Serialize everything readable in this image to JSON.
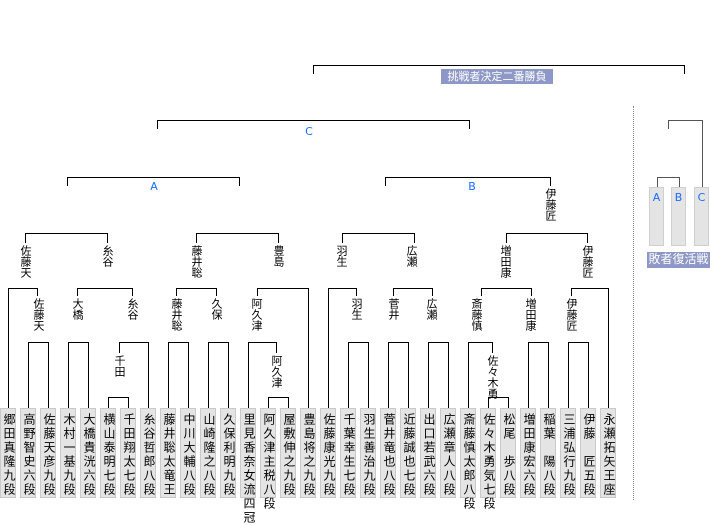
{
  "players": [
    "郷田真隆九段",
    "高野智史六段",
    "佐藤天彦九段",
    "木村一基九段",
    "大橋貴洸六段",
    "横山泰明七段",
    "千田翔太七段",
    "糸谷哲郎八段",
    "藤井聡太竜王",
    "中川大輔八段",
    "山崎隆之八段",
    "久保利明九段",
    "里見香奈女流四冠",
    "阿久津主税八段",
    "屋敷伸之九段",
    "豊島将之九段",
    "佐藤康光九段",
    "千葉幸生七段",
    "羽生善治九段",
    "菅井竜也八段",
    "近藤誠也七段",
    "出口若武六段",
    "広瀬章人八段",
    "斎藤慎太郎八段",
    "佐々木勇気七段",
    "松尾　歩八段",
    "増田康宏六段",
    "稲葉　陽八段",
    "三浦弘行九段",
    "伊藤　匠五段",
    "永瀬拓矢王座"
  ],
  "results": [
    "佐藤天",
    "佐藤天",
    "大橋",
    "千田",
    "糸谷",
    "糸谷",
    "藤井聡",
    "久保",
    "藤井聡",
    "阿久津",
    "阿久津",
    "豊島",
    "羽生",
    "羽生",
    "菅井",
    "広瀬",
    "広瀬",
    "佐々木勇",
    "斎藤慎",
    "増田康",
    "増田康",
    "伊藤匠",
    "伊藤匠",
    "伊藤匠"
  ],
  "groups": {
    "a": "A",
    "b": "B",
    "c": "C"
  },
  "final_label": "挑戦者決定二番勝負",
  "losers": {
    "label": "敗者復活戦",
    "boxes": [
      "A",
      "B",
      "C"
    ]
  },
  "colors": {
    "letter": "#1a6cff",
    "banner": "#8e98c6",
    "box": "#e4e4e4"
  }
}
